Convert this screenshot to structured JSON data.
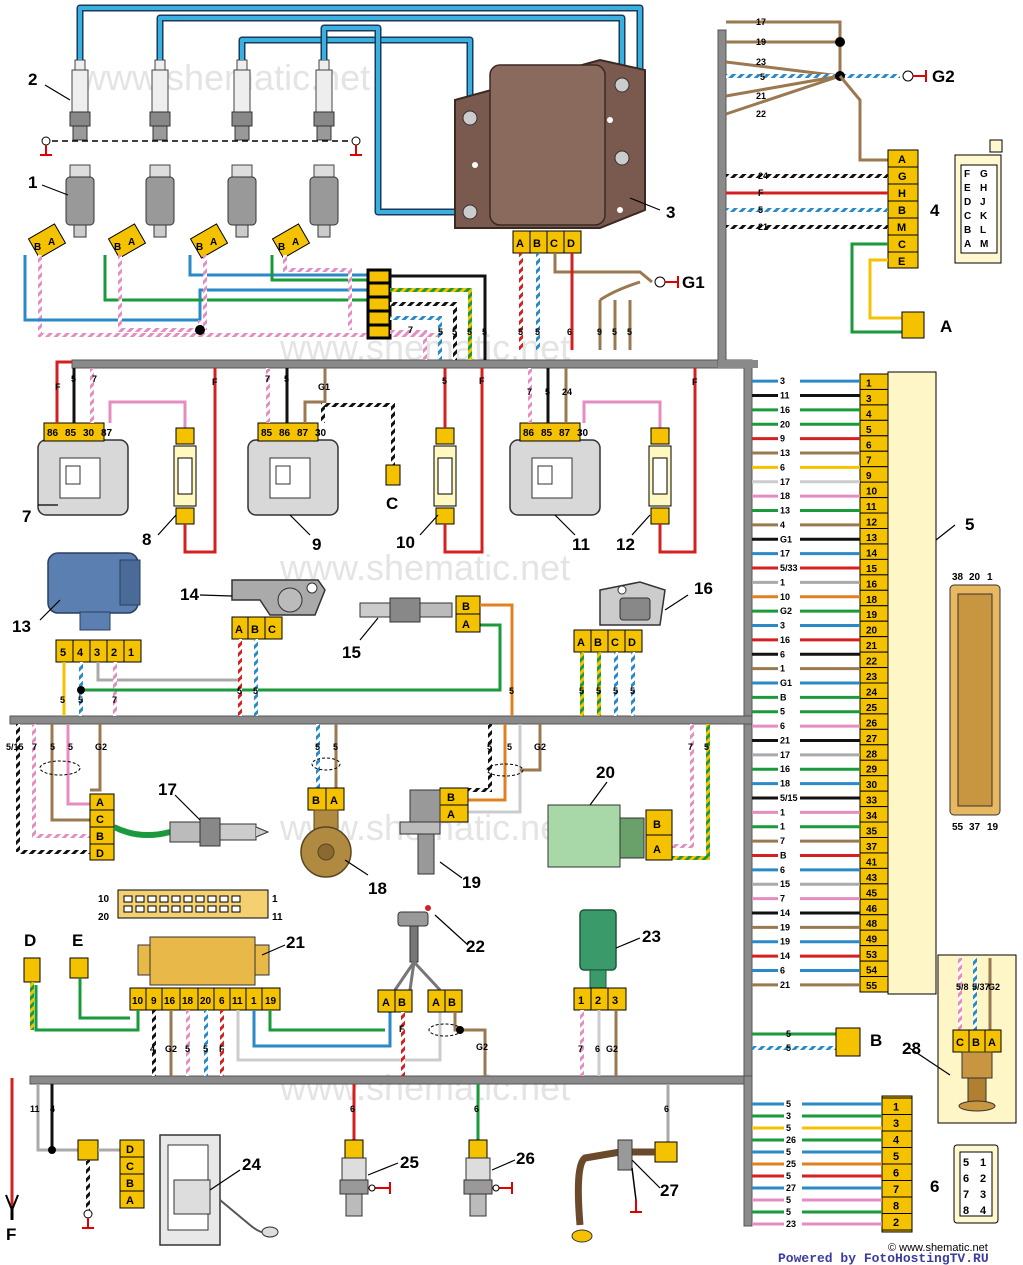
{
  "watermark": "www.shematic.net",
  "footer": {
    "copyright": "© www.shematic.net",
    "powered_by": "Powered by FotoHostingTV.RU"
  },
  "colors": {
    "connector": "#f5c200",
    "harness": "#8a8a8a",
    "wire_blue": "#2a8ac8",
    "wire_red": "#d42020",
    "wire_green": "#1a9a3a",
    "wire_pink": "#e58cc0",
    "wire_brown": "#9a7850",
    "wire_black": "#111111",
    "module_brown": "#7a5a4e",
    "relay_gray": "#d8d8d8",
    "ecu_yellow": "#fff6c8",
    "ground_red": "#e00000"
  },
  "callouts": [
    "1",
    "2",
    "3",
    "4",
    "5",
    "6",
    "7",
    "8",
    "9",
    "10",
    "11",
    "12",
    "13",
    "14",
    "15",
    "16",
    "17",
    "18",
    "19",
    "20",
    "21",
    "22",
    "23",
    "24",
    "25",
    "26",
    "27",
    "28"
  ],
  "letter_labels": {
    "g1": "G1",
    "g2": "G2",
    "a": "A",
    "b": "B",
    "c": "C",
    "d": "D",
    "e": "E",
    "f": "F"
  },
  "ignition_module": {
    "pins": [
      "A",
      "B",
      "C",
      "D"
    ],
    "wires": [
      "5",
      "5",
      "6",
      "5"
    ]
  },
  "injectors": {
    "pins": [
      "B",
      "A"
    ]
  },
  "relays": [
    {
      "pins": [
        "86",
        "85",
        "30",
        "87"
      ],
      "wires": [
        "F",
        "5",
        "7"
      ]
    },
    {
      "pins": [
        "85",
        "86",
        "87",
        "30"
      ],
      "wires": [
        "7",
        "5",
        "G1"
      ]
    },
    {
      "pins": [
        "86",
        "85",
        "87",
        "30"
      ],
      "wires": [
        "7",
        "5",
        "24"
      ]
    }
  ],
  "fuse_wires": {
    "fuse_8": "F",
    "fuse_10_top": "5",
    "fuse_10_f": "F",
    "fuse_12": "F"
  },
  "relay_9_aux_pin": "C",
  "diag_connector": {
    "pins": [
      "A",
      "G",
      "H",
      "B",
      "M",
      "C",
      "E"
    ],
    "wires": [
      "24",
      "F",
      "5",
      "21"
    ],
    "top_wires": [
      "17",
      "19",
      "23",
      "5",
      "21",
      "22"
    ],
    "mini_grid": [
      [
        "F",
        "G"
      ],
      [
        "E",
        "H"
      ],
      [
        "D",
        "J"
      ],
      [
        "C",
        "K"
      ],
      [
        "B",
        "L"
      ],
      [
        "A",
        "M"
      ]
    ]
  },
  "ecu_wires": {
    "injector_bundle": [
      "7",
      "5",
      "5",
      "5",
      "5"
    ],
    "ign_bundle": [
      "9",
      "5",
      "5"
    ]
  },
  "ecu": {
    "pin_numbers": [
      "1",
      "3",
      "4",
      "5",
      "6",
      "7",
      "9",
      "10",
      "11",
      "12",
      "13",
      "14",
      "15",
      "16",
      "18",
      "19",
      "20",
      "21",
      "22",
      "23",
      "24",
      "25",
      "26",
      "27",
      "28",
      "29",
      "30",
      "33",
      "34",
      "35",
      "37",
      "41",
      "43",
      "45",
      "46",
      "48",
      "49",
      "53",
      "54",
      "55"
    ],
    "wire_labels": [
      "3",
      "11",
      "16",
      "20",
      "9",
      "13",
      "6",
      "17",
      "18",
      "13",
      "4",
      "G1",
      "17",
      "5/33",
      "1",
      "10",
      "G2",
      "3",
      "16",
      "6",
      "1",
      "G1",
      "B",
      "5",
      "6",
      "21",
      "17",
      "16",
      "18",
      "5/15",
      "1",
      "1",
      "7",
      "B",
      "6",
      "15",
      "7",
      "14",
      "19",
      "19",
      "14",
      "6",
      "21"
    ],
    "connector_numbers": [
      "38",
      "20",
      "1",
      "55",
      "37",
      "19"
    ]
  },
  "maf_sensor": {
    "pins": [
      "5",
      "4",
      "3",
      "2",
      "1"
    ],
    "wires": [
      "5",
      "5",
      "7"
    ]
  },
  "throttle_sensor": {
    "pins": [
      "A",
      "B",
      "C"
    ],
    "wires": [
      "5",
      "5"
    ]
  },
  "coolant_sensor": {
    "pins": [
      "B",
      "A"
    ],
    "wire": "5"
  },
  "idle_valve": {
    "pins": [
      "A",
      "B",
      "C",
      "D"
    ],
    "wires": [
      "5",
      "5",
      "5",
      "5"
    ]
  },
  "oxygen_sensor": {
    "pins": [
      "A",
      "C",
      "B",
      "D"
    ],
    "wires": [
      "5/15",
      "7",
      "5",
      "5",
      "G2"
    ]
  },
  "speed_sensor": {
    "pins": [
      "B",
      "A"
    ],
    "wires": [
      "5",
      "5"
    ]
  },
  "crank_sensor": {
    "pins": [
      "B",
      "A"
    ],
    "wires": [
      "5",
      "5",
      "G2"
    ]
  },
  "canister": {
    "pins": [
      "B",
      "A"
    ],
    "wires": [
      "7",
      "5"
    ]
  },
  "immobilizer": {
    "pin_row": [
      "10",
      "9",
      "16",
      "18",
      "20",
      "6",
      "11",
      "1",
      "19"
    ],
    "wires": [
      "4",
      "G2",
      "5",
      "5",
      "F"
    ],
    "connector_ends": [
      "10",
      "1",
      "20",
      "11"
    ]
  },
  "knock_sensor_22": {
    "pins": [
      "A",
      "B",
      "A",
      "B"
    ],
    "wires": [
      "F",
      "G2"
    ]
  },
  "connector_23": {
    "pins": [
      "1",
      "2",
      "3"
    ],
    "wires": [
      "7",
      "6",
      "G2"
    ]
  },
  "fuel_pump": {
    "pins": [
      "D",
      "C",
      "B",
      "A"
    ],
    "wires": [
      "11",
      "4"
    ]
  },
  "bottom_sensors": {
    "s25": "6",
    "s26": "6",
    "s27": "6"
  },
  "connector_b_wires": [
    "5",
    "5"
  ],
  "connector_28": {
    "pins": [
      "C",
      "B",
      "A"
    ],
    "wires": [
      "5/8",
      "5/37",
      "G2"
    ]
  },
  "block_6": {
    "pin_numbers": [
      "1",
      "3",
      "4",
      "5",
      "6",
      "7",
      "8",
      "2"
    ],
    "wire_labels": [
      "5",
      "3",
      "5",
      "26",
      "5",
      "25",
      "5",
      "27",
      "5",
      "5",
      "23"
    ],
    "grid": [
      [
        "5",
        "1"
      ],
      [
        "6",
        "2"
      ],
      [
        "7",
        "3"
      ],
      [
        "8",
        "4"
      ]
    ]
  }
}
